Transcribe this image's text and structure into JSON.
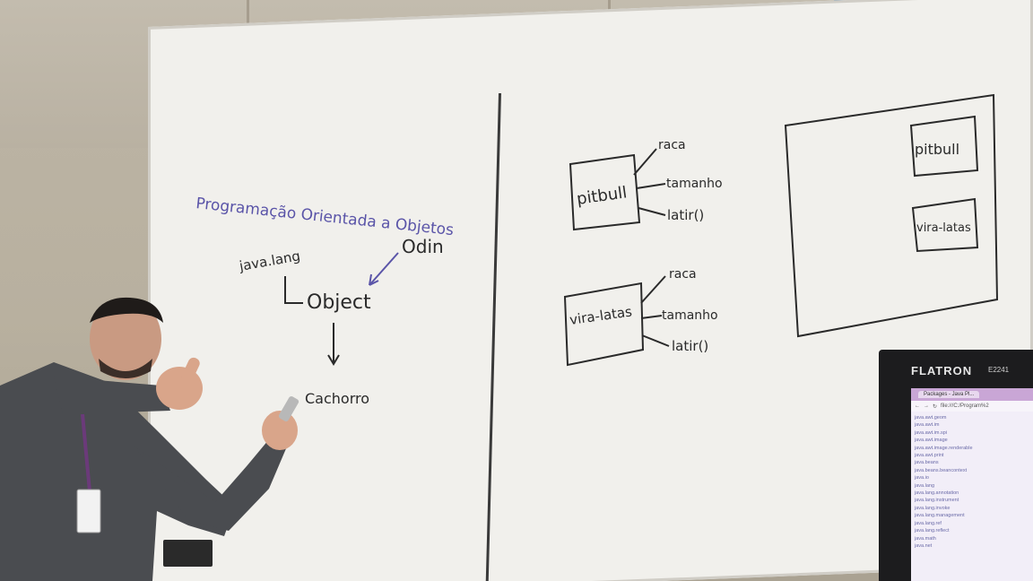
{
  "whiteboard": {
    "left": {
      "title": "Programação Orientada a Objetos",
      "package": "java.lang",
      "root_class": "Object",
      "annotation": "Odin",
      "subclass": "Cachorro"
    },
    "right": {
      "box1": {
        "label": "pitbull",
        "attrs": [
          "raca",
          "tamanho",
          "latir()"
        ]
      },
      "box2": {
        "label": "vira-latas",
        "attrs": [
          "raca",
          "tamanho",
          "latir()"
        ]
      },
      "container_items": [
        "pitbull",
        "vira-latas"
      ]
    }
  },
  "monitor": {
    "brand": "FLATRON",
    "model": "E2241",
    "browser_tab": "Packages - Java Pl...",
    "address": "file:///C:/Program%2",
    "package_list": [
      "java.awt.geom",
      "java.awt.im",
      "java.awt.im.spi",
      "java.awt.image",
      "java.awt.image.renderable",
      "java.awt.print",
      "java.beans",
      "java.beans.beancontext",
      "java.io",
      "java.lang",
      "java.lang.annotation",
      "java.lang.instrument",
      "java.lang.invoke",
      "java.lang.management",
      "java.lang.ref",
      "java.lang.reflect",
      "java.math",
      "java.net"
    ]
  }
}
